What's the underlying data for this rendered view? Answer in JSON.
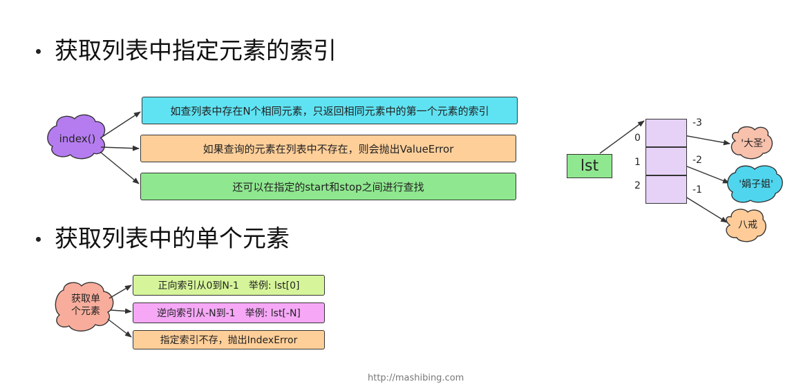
{
  "section1": {
    "title": "获取列表中指定元素的索引"
  },
  "section2": {
    "title": "获取列表中的单个元素"
  },
  "index_diagram": {
    "center": "index()",
    "items": [
      "如查列表中存在N个相同元素，只返回相同元素中的第一个元素的索引",
      "如果查询的元素在列表中不存在，则会抛出ValueError",
      "还可以在指定的start和stop之间进行查找"
    ]
  },
  "list_diagram": {
    "label": "lst",
    "pos_indices": [
      "0",
      "1",
      "2"
    ],
    "neg_indices": [
      "-3",
      "-2",
      "-1"
    ],
    "values": [
      "'大圣'",
      "'娟子姐'",
      "八戒"
    ]
  },
  "single_diagram": {
    "center_line1": "获取单",
    "center_line2": "个元素",
    "items": [
      "正向索引从0到N-1　举例: lst[0]",
      "逆向索引从-N到-1　举例: lst[-N]",
      "指定索引不存，抛出IndexError"
    ]
  },
  "footer": "http://mashibing.com",
  "colors": {
    "cyan": "#5fe3f3",
    "orange": "#ffcf99",
    "green": "#8fe88f",
    "purple": "#b57cf0",
    "salmon": "#f8c1ac",
    "aqua": "#4fd6ee",
    "peach": "#ffcc99",
    "lime": "#d6f59a",
    "pink": "#f6a8f7",
    "cell": "#e6d1f7"
  }
}
